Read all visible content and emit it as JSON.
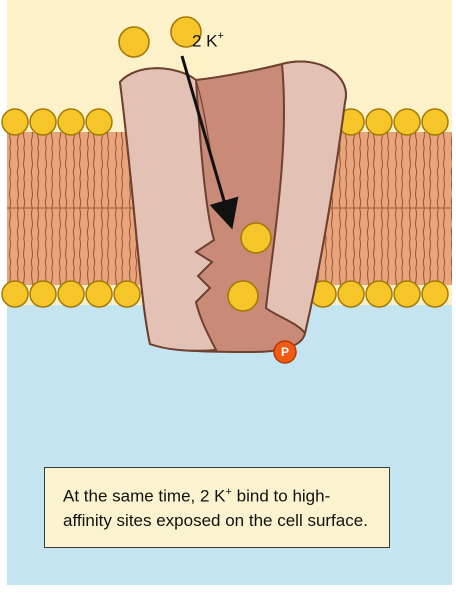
{
  "ion_label": {
    "text": "2 K",
    "superscript": "+"
  },
  "phosphate_label": "P",
  "caption": {
    "part1": "At the same time, 2 K",
    "superscript": "+",
    "part2": " bind to high-affinity sites exposed on the cell surface."
  },
  "colors": {
    "exterior": "#fcf1c8",
    "cytoplasm": "#c4e5ef",
    "lipid_head": "#f5c52a",
    "lipid_tail": "#d98d62",
    "protein_light": "#e3c2b5",
    "protein_dark": "#c98a78",
    "phosphate": "#f05a14"
  }
}
